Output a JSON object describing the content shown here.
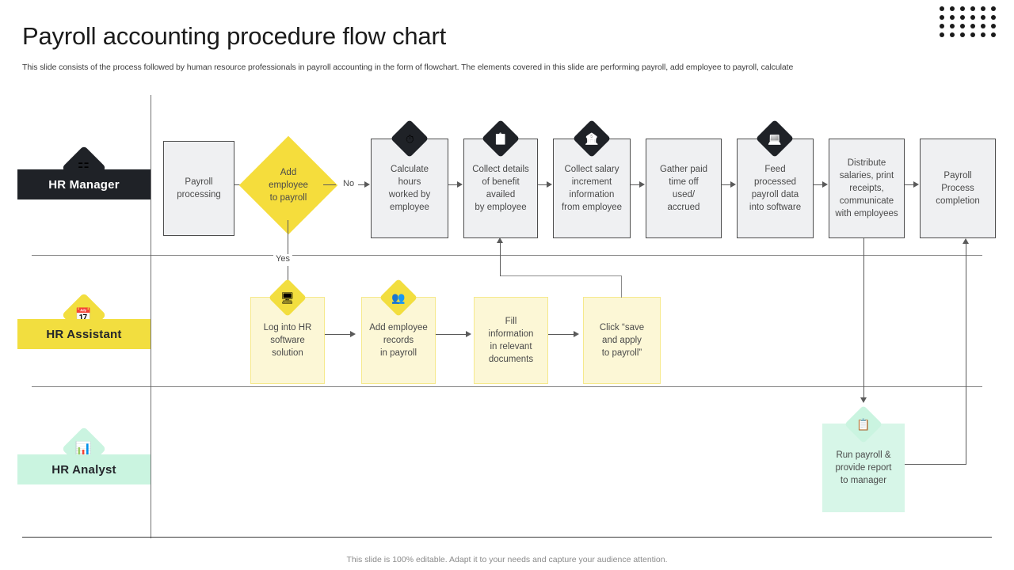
{
  "header": {
    "title": "Payroll accounting procedure flow chart",
    "subtitle": "This slide consists of the process followed by human resource professionals in payroll accounting in the form of flowchart. The elements covered in this slide are performing payroll, add employee to payroll, calculate"
  },
  "footer": {
    "note": "This slide is 100% editable. Adapt it to your needs and capture your audience attention."
  },
  "colors": {
    "dark": "#1f2227",
    "yellow": "#f2de3f",
    "mint": "#caf4e0",
    "grey_fill": "#eff0f2",
    "cream_fill": "#fcf7d6",
    "mint_fill": "#d7f6e8",
    "line": "#5a5a5a",
    "text": "#4a4a4a"
  },
  "lanes": [
    {
      "id": "hr-manager",
      "label": "HR Manager",
      "icon": "presentation-board-icon",
      "glyph": "☷"
    },
    {
      "id": "hr-assistant",
      "label": "HR Assistant",
      "icon": "calendar-icon",
      "glyph": "📅"
    },
    {
      "id": "hr-analyst",
      "label": "HR Analyst",
      "icon": "presentation-chart-icon",
      "glyph": "📊"
    }
  ],
  "edge_labels": {
    "no": "No",
    "yes": "Yes"
  },
  "chart_data": {
    "type": "flowchart",
    "title": "Payroll accounting procedure flow chart",
    "lanes": [
      "HR Manager",
      "HR Assistant",
      "HR Analyst"
    ],
    "nodes": [
      {
        "id": "n1",
        "lane": "HR Manager",
        "shape": "process",
        "label": "Payroll\nprocessing",
        "icon": null
      },
      {
        "id": "n2",
        "lane": "HR Manager",
        "shape": "decision",
        "label": "Add\nemployee\nto payroll",
        "icon": null
      },
      {
        "id": "n3",
        "lane": "HR Manager",
        "shape": "process",
        "label": "Calculate\nhours\nworked by\nemployee",
        "icon": "stopwatch-icon"
      },
      {
        "id": "n4",
        "lane": "HR Manager",
        "shape": "process",
        "label": "Collect details\nof benefit\navailed\nby employee",
        "icon": "checklist-icon"
      },
      {
        "id": "n5",
        "lane": "HR Manager",
        "shape": "process",
        "label": "Collect salary\nincrement\ninformation\nfrom employee",
        "icon": "money-coins-icon"
      },
      {
        "id": "n6",
        "lane": "HR Manager",
        "shape": "process",
        "label": "Gather paid\ntime off\nused/\naccrued",
        "icon": null
      },
      {
        "id": "n7",
        "lane": "HR Manager",
        "shape": "process",
        "label": "Feed\nprocessed\npayroll data\ninto software",
        "icon": "laptop-cloud-icon"
      },
      {
        "id": "n8",
        "lane": "HR Manager",
        "shape": "process",
        "label": "Distribute\nsalaries, print\nreceipts,\ncommunicate\nwith employees",
        "icon": null
      },
      {
        "id": "n9",
        "lane": "HR Manager",
        "shape": "process",
        "label": "Payroll\nProcess\ncompletion",
        "icon": null
      },
      {
        "id": "n10",
        "lane": "HR Assistant",
        "shape": "process",
        "label": "Log into HR\nsoftware\nsolution",
        "icon": "laptop-user-icon"
      },
      {
        "id": "n11",
        "lane": "HR Assistant",
        "shape": "process",
        "label": "Add employee\nrecords\nin payroll",
        "icon": "people-group-icon"
      },
      {
        "id": "n12",
        "lane": "HR Assistant",
        "shape": "process",
        "label": "Fill\ninformation\nin relevant\ndocuments",
        "icon": null
      },
      {
        "id": "n13",
        "lane": "HR Assistant",
        "shape": "process",
        "label": "Click “save\nand apply\nto payroll”",
        "icon": null
      },
      {
        "id": "n14",
        "lane": "HR Analyst",
        "shape": "process",
        "label": "Run payroll &\nprovide report\nto manager",
        "icon": "clipboard-report-icon"
      }
    ],
    "edges": [
      {
        "from": "n1",
        "to": "n2",
        "label": ""
      },
      {
        "from": "n2",
        "to": "n3",
        "label": "No"
      },
      {
        "from": "n2",
        "to": "n10",
        "label": "Yes"
      },
      {
        "from": "n3",
        "to": "n4",
        "label": ""
      },
      {
        "from": "n4",
        "to": "n5",
        "label": ""
      },
      {
        "from": "n5",
        "to": "n6",
        "label": ""
      },
      {
        "from": "n6",
        "to": "n7",
        "label": ""
      },
      {
        "from": "n7",
        "to": "n8",
        "label": ""
      },
      {
        "from": "n8",
        "to": "n9",
        "label": ""
      },
      {
        "from": "n10",
        "to": "n11",
        "label": ""
      },
      {
        "from": "n11",
        "to": "n12",
        "label": ""
      },
      {
        "from": "n12",
        "to": "n13",
        "label": ""
      },
      {
        "from": "n13",
        "to": "n4",
        "label": ""
      },
      {
        "from": "n8",
        "to": "n14",
        "label": ""
      },
      {
        "from": "n14",
        "to": "n9",
        "label": ""
      }
    ]
  }
}
